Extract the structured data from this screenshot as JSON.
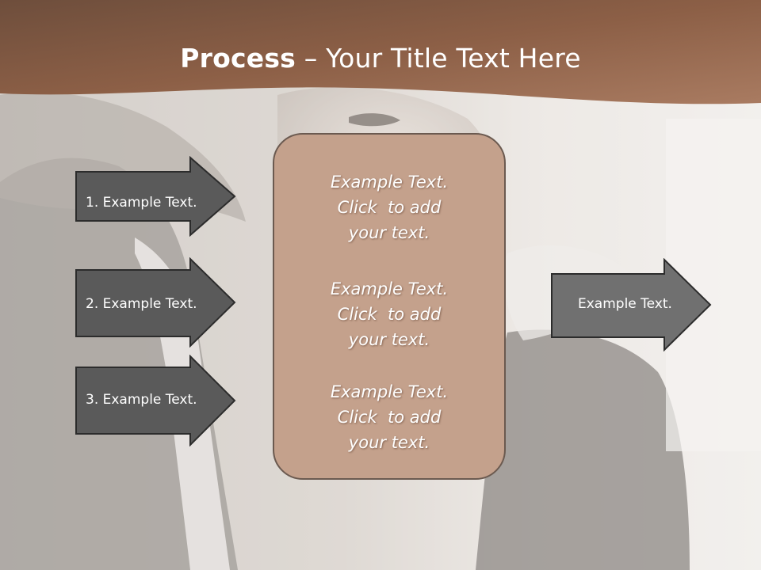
{
  "slide": {
    "title_bold": "Process",
    "title_rest": " – Your Title Text Here"
  },
  "inputs": [
    {
      "label": "1. Example Text."
    },
    {
      "label": "2. Example Text."
    },
    {
      "label": "3. Example Text."
    }
  ],
  "center": {
    "blocks": [
      {
        "lines": [
          "Example Text.",
          "Click  to add",
          "your text."
        ]
      },
      {
        "lines": [
          "Example Text.",
          "Click  to add",
          "your text."
        ]
      },
      {
        "lines": [
          "Example Text.",
          "Click  to add",
          "your text."
        ]
      }
    ]
  },
  "output": {
    "label": "Example Text."
  },
  "colors": {
    "banner": "#8b5e45",
    "center_box": "#c4a18c",
    "input_arrow": "#5a5a5a",
    "output_arrow": "#707070"
  }
}
